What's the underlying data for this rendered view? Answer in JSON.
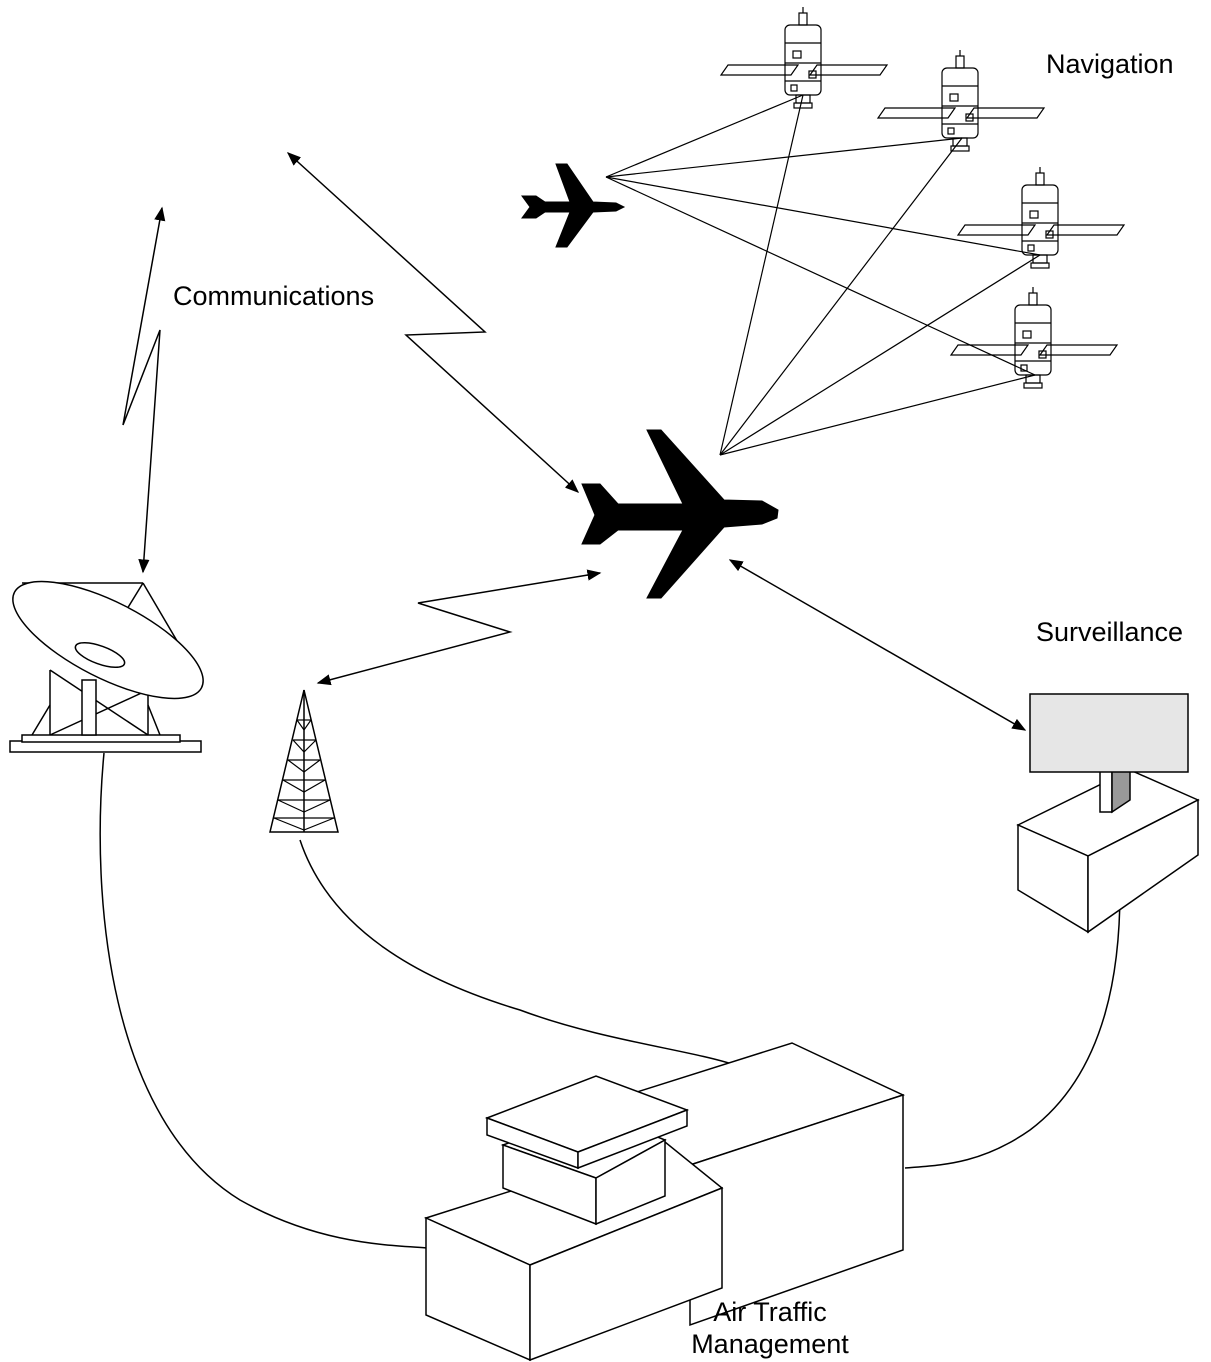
{
  "labels": {
    "navigation": "Navigation",
    "communications": "Communications",
    "surveillance": "Surveillance",
    "atm_line1": "Air Traffic",
    "atm_line2": "Management"
  },
  "colors": {
    "line": "#000000",
    "aircraft": "#000000",
    "radar_screen": "#e6e6e6",
    "radar_mast": "#999999",
    "background": "#ffffff"
  },
  "icons": {
    "satellites": [
      "satellite-icon",
      "satellite-icon",
      "satellite-icon",
      "satellite-icon"
    ],
    "aircraft": [
      "small-aircraft-icon",
      "main-aircraft-icon"
    ],
    "ground": [
      "satellite-dish-icon",
      "radio-tower-icon",
      "radar-station-icon",
      "atm-building-icon"
    ]
  }
}
